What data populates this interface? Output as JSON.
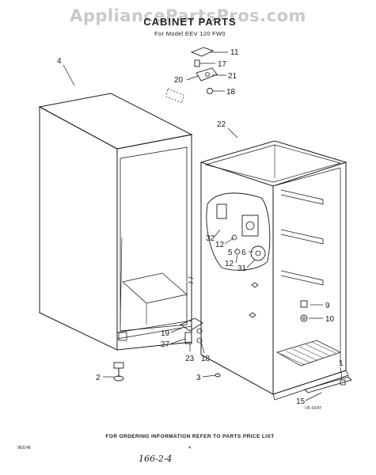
{
  "watermark": "AppliancePartsPros.com",
  "header": {
    "title": "CABINET PARTS",
    "subtitle": "For Model EEV 120 FW0"
  },
  "callouts": {
    "c4": "4",
    "c11": "11",
    "c17": "17",
    "c20": "20",
    "c21": "21",
    "c18a": "18",
    "c22": "22",
    "c32": "32",
    "c12a": "12",
    "c5": "5",
    "c6": "6",
    "c12b": "12",
    "c31": "31",
    "c9": "9",
    "c10": "10",
    "c19": "19",
    "c27": "27",
    "c23": "23",
    "c18b": "18",
    "c2": "2",
    "c3": "3",
    "c1": "1",
    "c15": "15"
  },
  "figure_id": "VF-0147",
  "footer": {
    "note": "FOR ORDERING INFORMATION REFER TO PARTS PRICE LIST",
    "doc_code": "963148",
    "page_number": "4",
    "handwritten": "166-2-4"
  }
}
